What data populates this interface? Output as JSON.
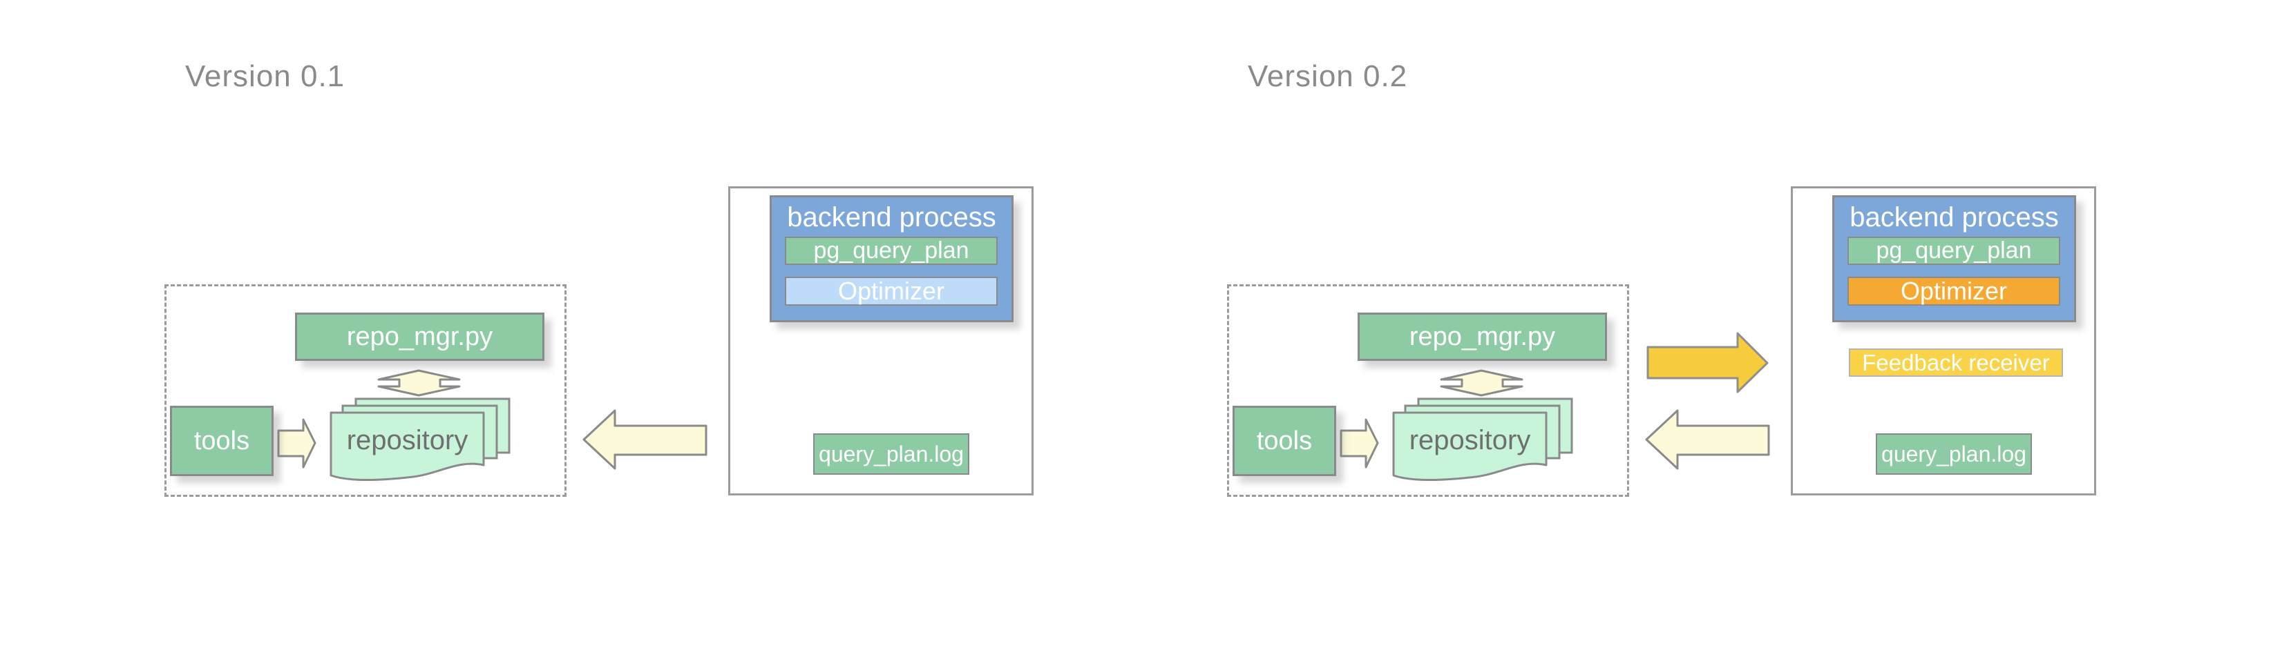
{
  "page": {
    "background": "#ffffff"
  },
  "colors": {
    "title_text": "#8a8a8a",
    "box_border": "#8a8a8a",
    "container_border": "#9b9b9b",
    "green_box": "#8dcba4",
    "mint_document": "#c8f4da",
    "blue_box": "#7da7d9",
    "light_blue_box": "#bedcfa",
    "orange_box": "#f5a832",
    "yellow_box": "#fad348",
    "gold_arrow": "#f6cb3c",
    "cream_arrow": "#fcfad8",
    "cylinder_body": "#86a9da",
    "cylinder_top": "#b8cdeb",
    "label_text": "#ffffff",
    "repository_text": "#6f6f6f"
  },
  "diagrams": [
    {
      "title": "Version 0.1",
      "labels": {
        "repo_mgr": "repo_mgr.py",
        "tools": "tools",
        "repository": "repository",
        "backend_process": "backend process",
        "pg_query_plan": "pg_query_plan",
        "optimizer": "Optimizer",
        "query_plan_log": "query_plan.log"
      }
    },
    {
      "title": "Version 0.2",
      "labels": {
        "repo_mgr": "repo_mgr.py",
        "tools": "tools",
        "repository": "repository",
        "backend_process": "backend process",
        "pg_query_plan": "pg_query_plan",
        "optimizer": "Optimizer",
        "feedback_receiver": "Feedback receiver",
        "query_plan_log": "query_plan.log"
      }
    }
  ]
}
